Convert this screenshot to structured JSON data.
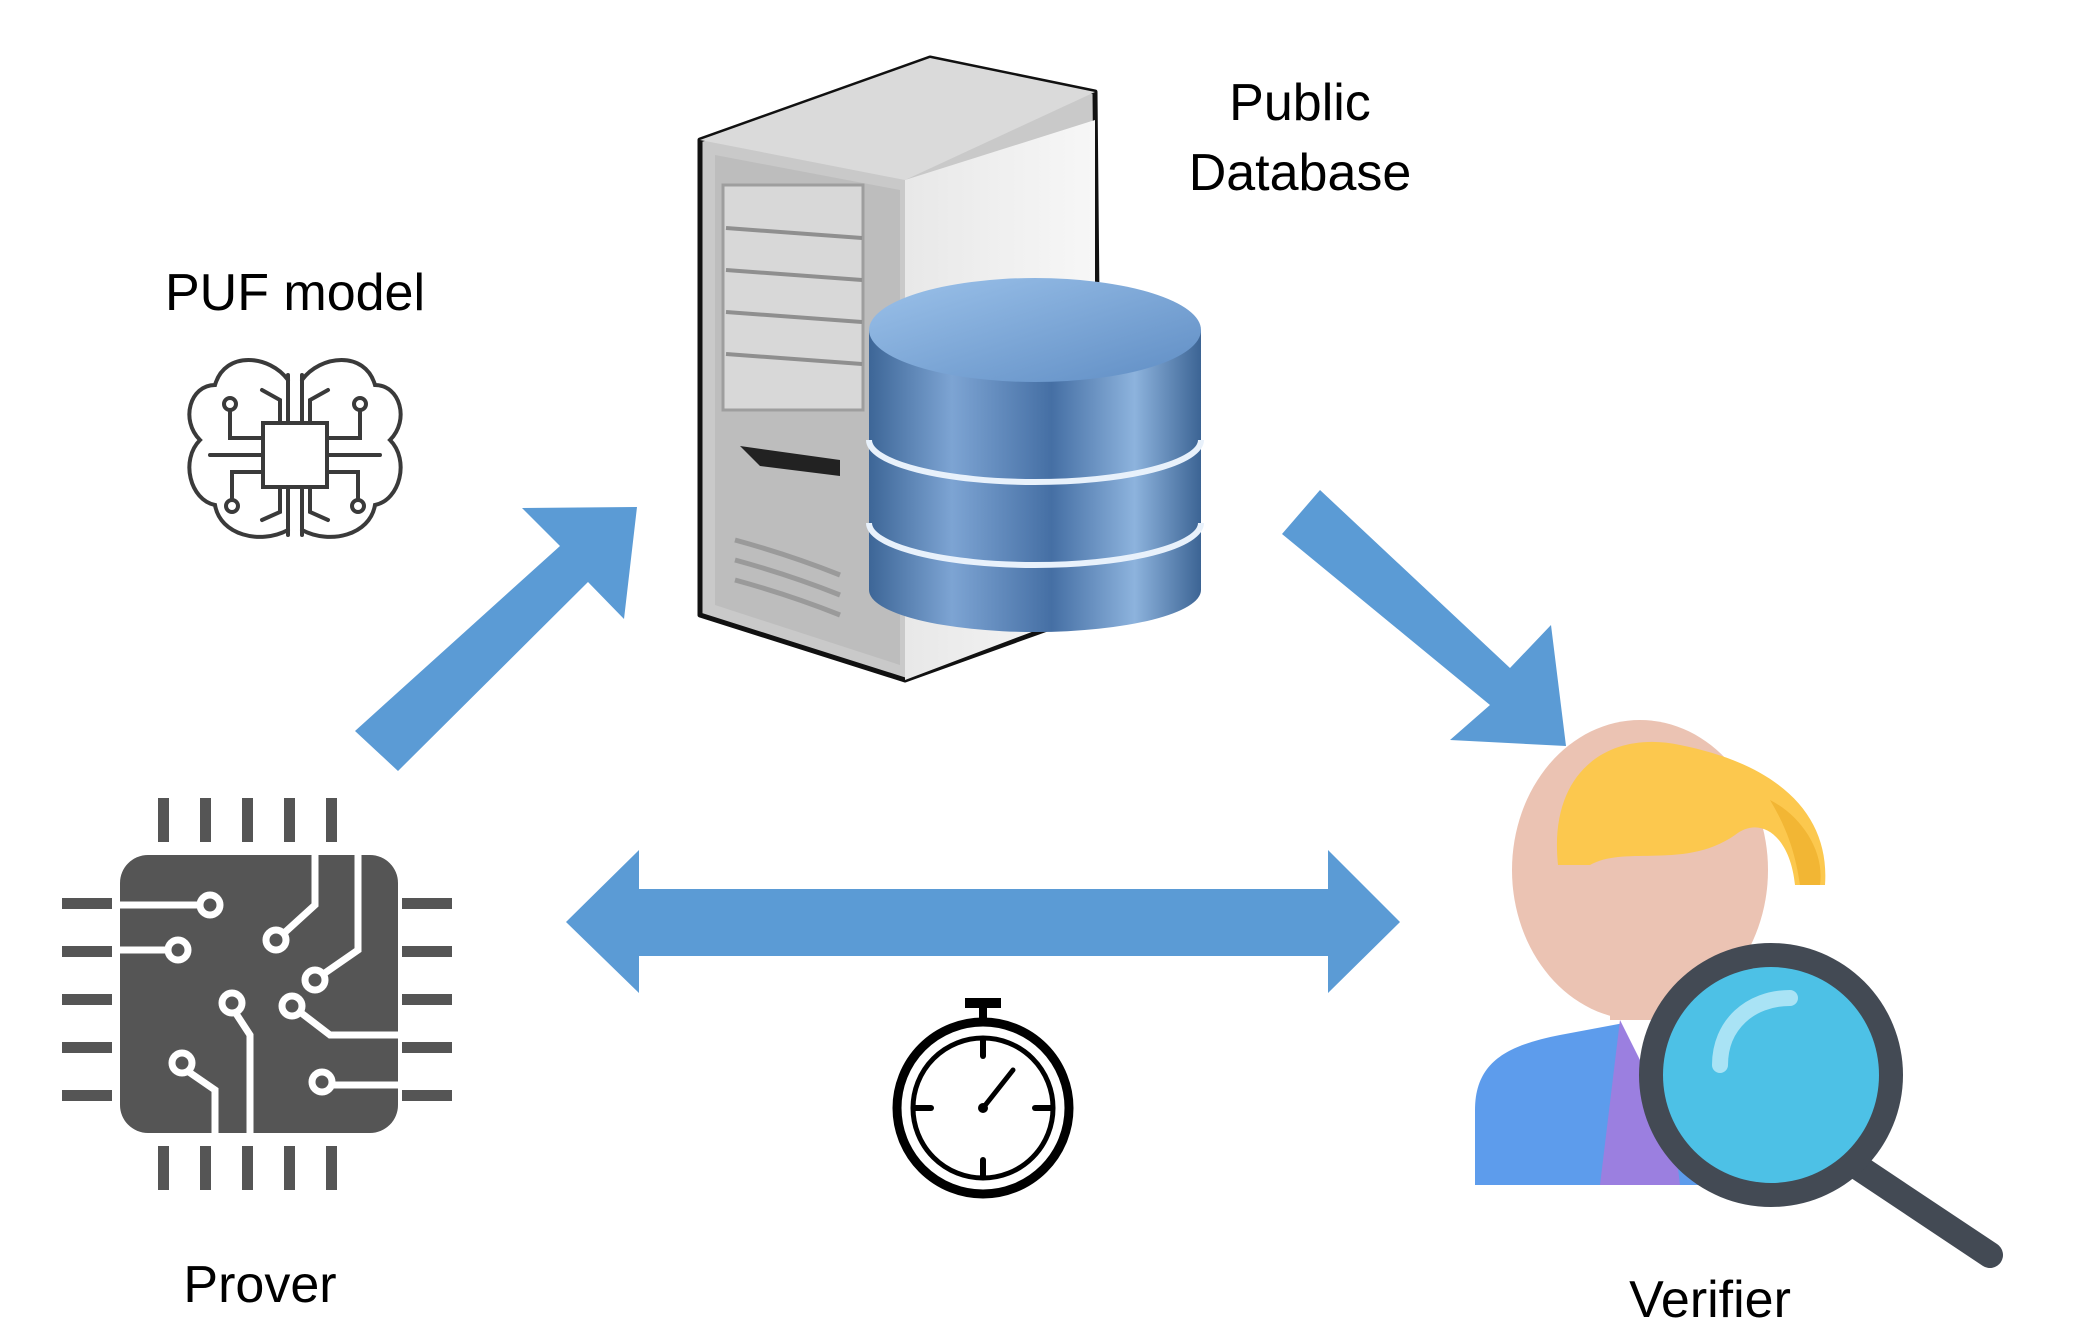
{
  "labels": {
    "public_database": "Public\nDatabase",
    "puf_model": "PUF model",
    "prover": "Prover",
    "verifier": "Verifier"
  },
  "icons": {
    "server": "server-icon",
    "database": "database-icon",
    "puf_model": "brain-chip-icon",
    "prover": "chip-icon",
    "verifier": "user-search-icon",
    "timer": "stopwatch-icon"
  },
  "colors": {
    "arrow": "#5B9BD5",
    "chip": "#555555",
    "database": "#4A78AE",
    "verifier_hair": "#FCC84E",
    "verifier_skin": "#EBC3B3",
    "verifier_shirt": "#5D9CEC",
    "verifier_tie": "#9B7FE0",
    "magnifier_lens": "#4DC1E6",
    "magnifier_frame": "#434A54"
  }
}
